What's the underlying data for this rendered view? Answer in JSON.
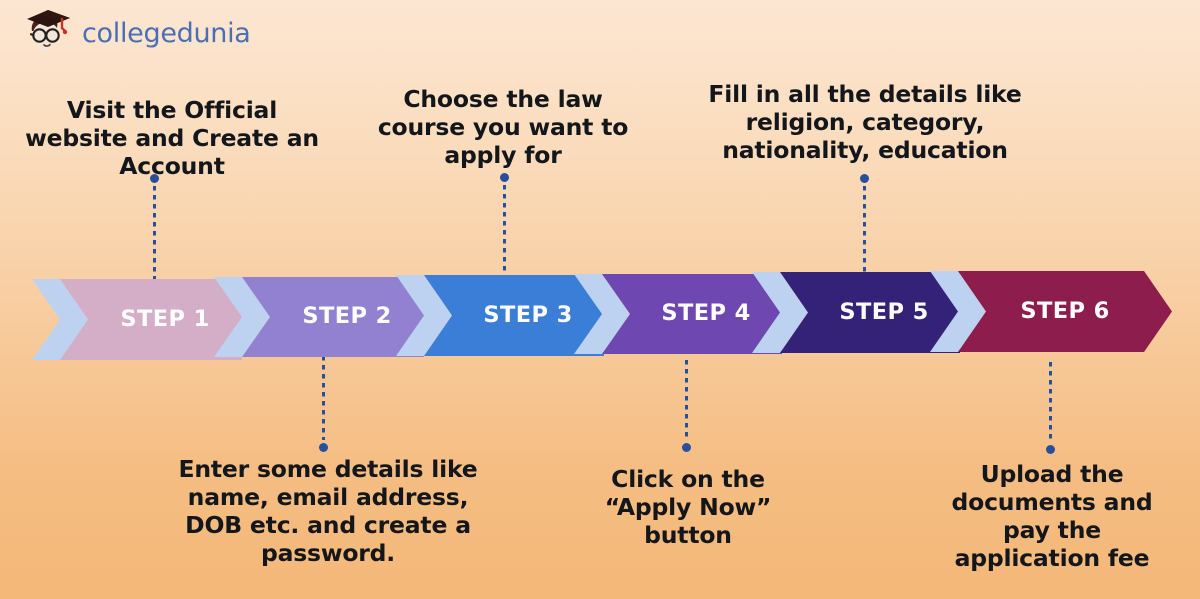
{
  "brand": {
    "name": "collegedunia",
    "logo_icon": "graduation-cap-face-logo",
    "text_color": "#4a6fb5"
  },
  "background": {
    "gradient_from": "#fce6d2",
    "gradient_to": "#f4b878"
  },
  "process": {
    "steps": [
      {
        "id": "step-1",
        "label": "STEP 1",
        "color": "#d3aec6",
        "notch_color": "#bdd2f0",
        "caption": "Visit the Official website and Create an Account",
        "caption_position": "top"
      },
      {
        "id": "step-2",
        "label": "STEP 2",
        "color": "#9181d0",
        "notch_color": "#bdd2f0",
        "caption": "Enter some details like name, email address, DOB etc. and create a password.",
        "caption_position": "bottom"
      },
      {
        "id": "step-3",
        "label": "STEP 3",
        "color": "#3a7ed8",
        "notch_color": "#bdd2f0",
        "caption": "Choose the law course you want to apply for",
        "caption_position": "top"
      },
      {
        "id": "step-4",
        "label": "STEP 4",
        "color": "#6e48b0",
        "notch_color": "#bdd2f0",
        "caption": "Click on the “Apply Now” button",
        "caption_position": "bottom"
      },
      {
        "id": "step-5",
        "label": "STEP 5",
        "color": "#332277",
        "notch_color": "#bdd2f0",
        "caption": "Fill in all the details like religion, category, nationality, education",
        "caption_position": "top"
      },
      {
        "id": "step-6",
        "label": "STEP 6",
        "color": "#8c1d4c",
        "notch_color": "#bdd2f0",
        "caption": "Upload the documents and pay the application fee",
        "caption_position": "bottom"
      }
    ]
  },
  "captions": {
    "top": [
      "Visit the Official website and Create an Account",
      "Choose the law course you want to apply for",
      "Fill in all the details like religion, category, nationality, education"
    ],
    "bottom": [
      "Enter some details like name, email address, DOB etc. and create a password.",
      "Click on the “Apply Now” button",
      "Upload the documents and pay the application fee"
    ]
  },
  "connector": {
    "dot_color": "#26509b",
    "style": "dotted"
  }
}
